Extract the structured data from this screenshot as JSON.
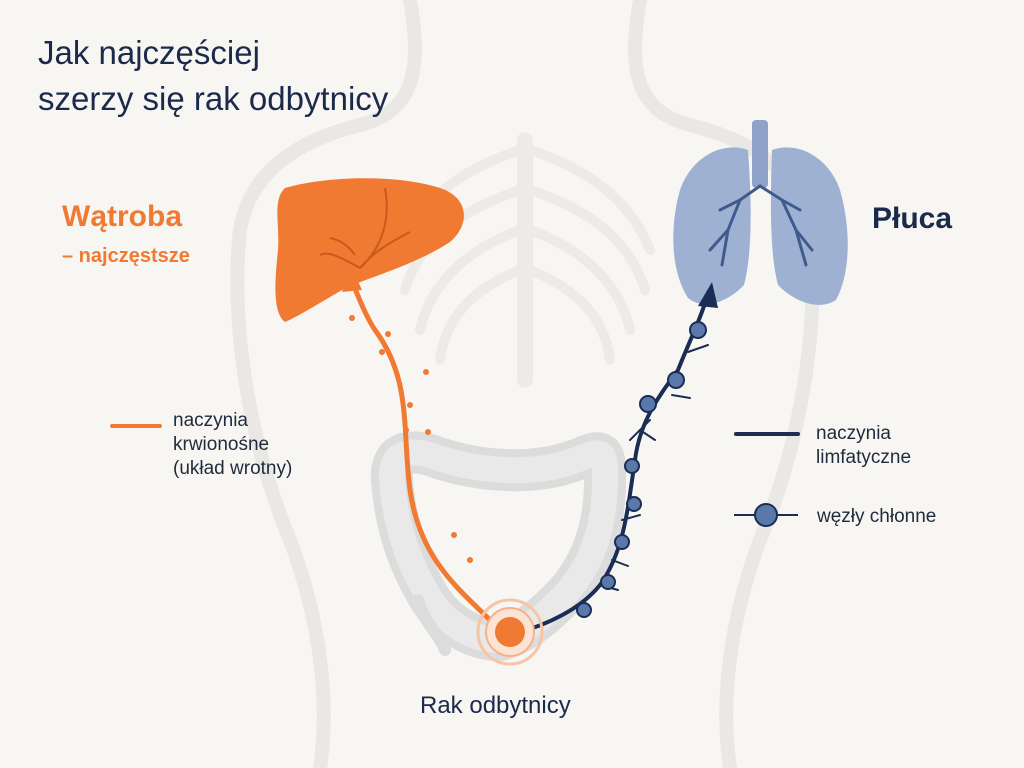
{
  "title_lines": [
    "Jak najczęściej",
    "szerzy się rak odbytnicy"
  ],
  "liver": {
    "label": "Wątroba",
    "sublabel": "– najczęstsze",
    "color": "#f07a32"
  },
  "lungs": {
    "label": "Płuca",
    "color": "#8fa3c9"
  },
  "tumor": {
    "label": "Rak odbytnicy",
    "color": "#f07a32"
  },
  "legend": {
    "blood_vessels": {
      "lines": [
        "naczynia",
        "krwionośne",
        "(układ wrotny)"
      ],
      "color": "#f07a32"
    },
    "lymph_vessels": {
      "lines": [
        "naczynia",
        "limfatyczne"
      ],
      "color": "#1b2d55"
    },
    "lymph_nodes": {
      "label": "węzły chłonne",
      "color": "#5b78aa"
    }
  },
  "icons": [
    "liver-icon",
    "lungs-icon",
    "colon-icon",
    "tumor-icon",
    "lymph-node-icon",
    "body-silhouette-icon"
  ]
}
